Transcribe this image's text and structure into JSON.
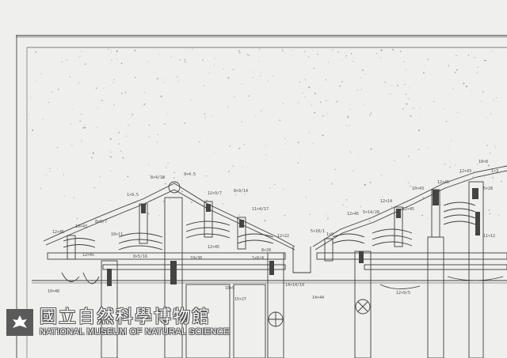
{
  "watermark": {
    "institution_cn": "國立自然科學博物館",
    "institution_en": "NATIONAL MUSEUM OF NATURAL SCIENCE",
    "logo_icon": "museum-logo-icon"
  },
  "drawing": {
    "annotations": [
      "8×4/18",
      "9×4.5",
      "12×9/7",
      "8×9/14",
      "1×9.5",
      "11×4/17",
      "12×45",
      "10×43",
      "8×5/7",
      "10×11",
      "12×45",
      "8×5/16",
      "10×38",
      "12×45",
      "1×8/4",
      "8×28",
      "12×22",
      "5×18/1",
      "1×9",
      "12×45",
      "12×14",
      "12×45",
      "10×43",
      "12×45",
      "12×43",
      "10×8",
      "1×3",
      "5×28",
      "5×14/28",
      "14×14/10",
      "14×44",
      "10×9",
      "15×27",
      "10×48",
      "12×9/5",
      "11×12"
    ],
    "colors": {
      "paper": "#efefed",
      "ink": "#3d3d3d"
    }
  }
}
